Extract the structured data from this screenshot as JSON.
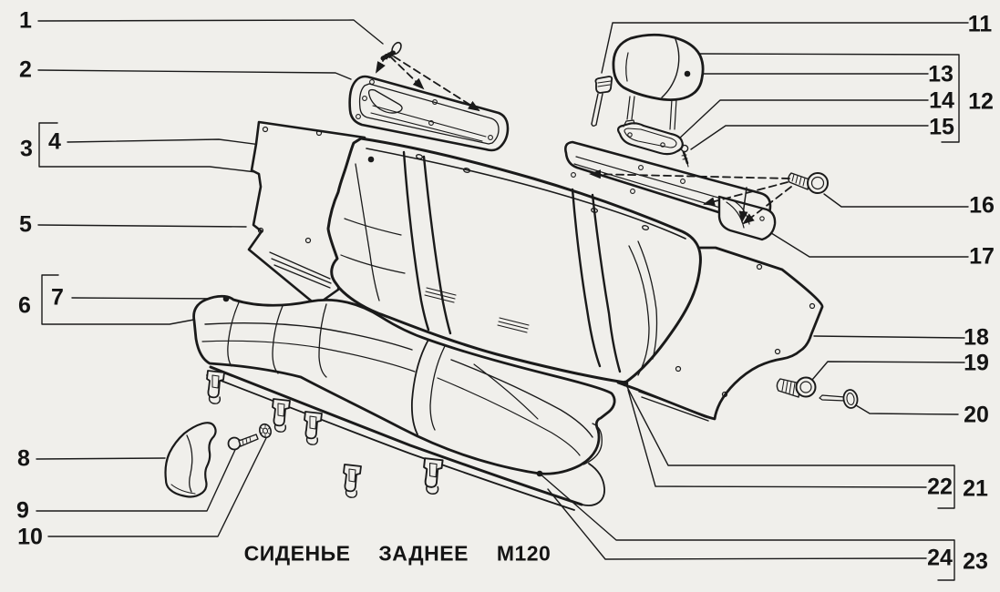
{
  "diagram": {
    "caption": "СИДЕНЬЕ ЗАДНЕЕ М120",
    "colors": {
      "background": "#f0efeb",
      "line": "#1a1a1a"
    },
    "callouts": {
      "c1": "1",
      "c2": "2",
      "c3": "3",
      "c4": "4",
      "c5": "5",
      "c6": "6",
      "c7": "7",
      "c8": "8",
      "c9": "9",
      "c10": "10",
      "c11": "11",
      "c12": "12",
      "c13": "13",
      "c14": "14",
      "c15": "15",
      "c16": "16",
      "c17": "17",
      "c18": "18",
      "c19": "19",
      "c20": "20",
      "c21": "21",
      "c22": "22",
      "c23": "23",
      "c24": "24"
    }
  }
}
